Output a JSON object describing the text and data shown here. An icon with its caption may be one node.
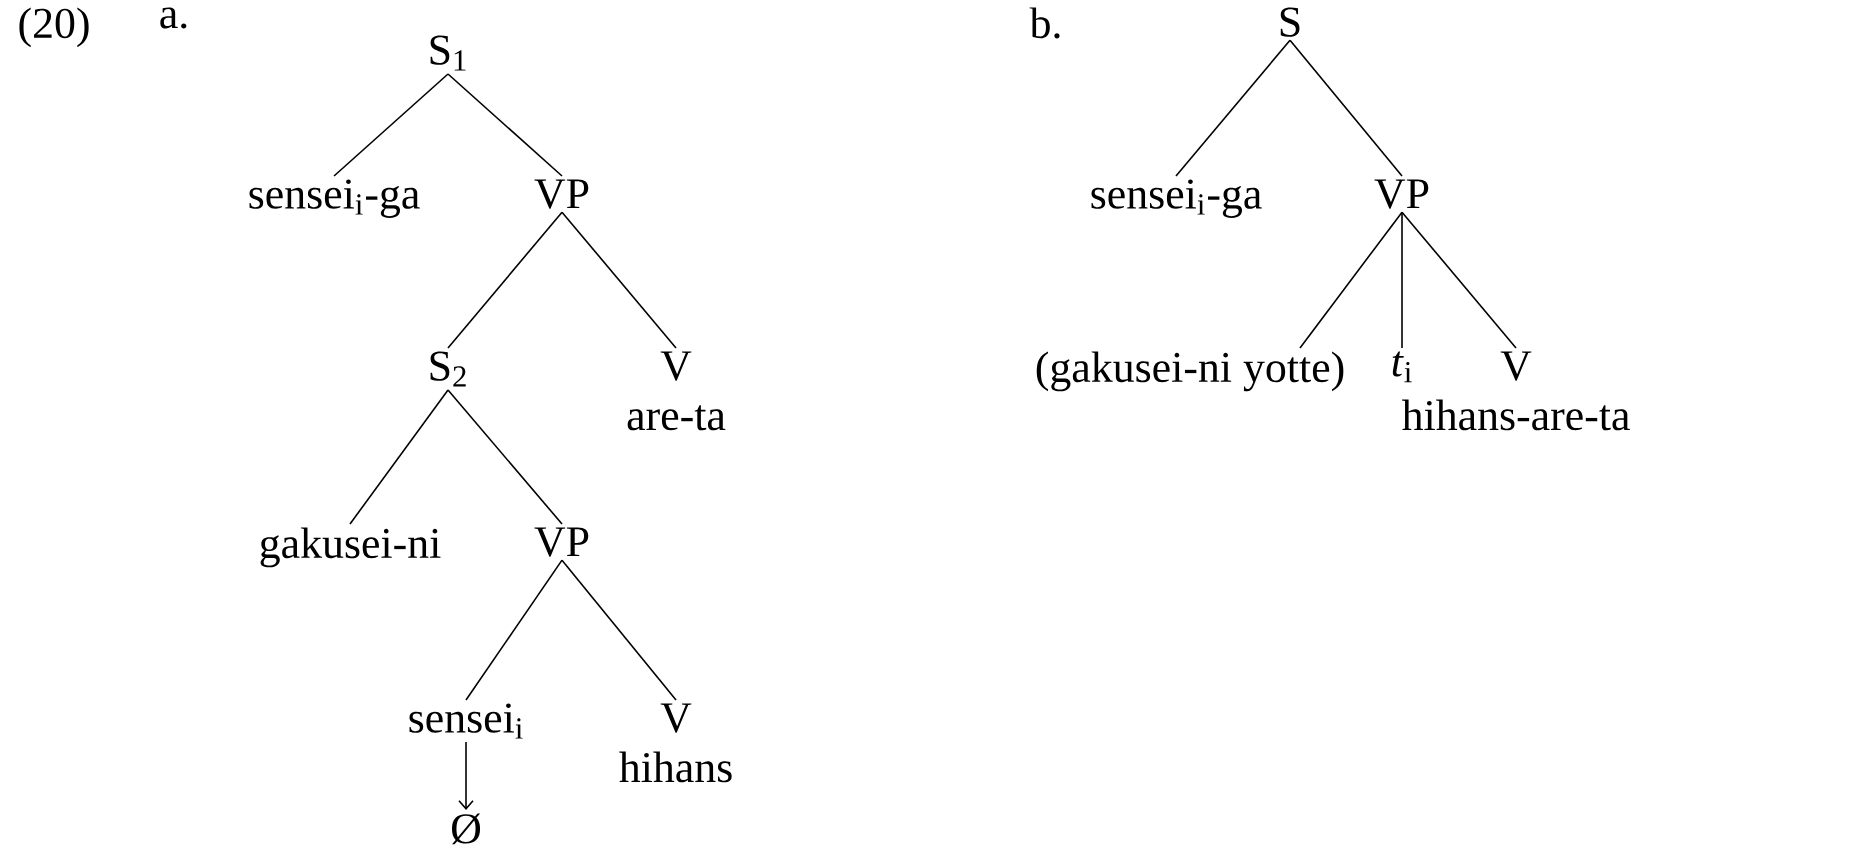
{
  "diagram": {
    "nodes": [
      {
        "text": [
          "S$_{1}$"
        ]
      },
      {
        "text": [
          "sensei$_{i}$-ga"
        ]
      },
      {
        "text": [
          "VP"
        ]
      },
      {
        "text": [
          "S$_{2}$"
        ]
      },
      {
        "text": [
          "V",
          "are-ta"
        ]
      },
      {
        "text": [
          "gakusei-ni"
        ]
      },
      {
        "text": [
          "VP"
        ]
      },
      {
        "text": [
          "sensei$_{i}$"
        ]
      },
      {
        "text": [
          "V",
          "hihans"
        ]
      },
      {
        "text": [
          "Ø"
        ]
      },
      {
        "text": [
          "S"
        ]
      },
      {
        "text": [
          "sensei$_{i}$-ga"
        ]
      },
      {
        "text": [
          "VP"
        ]
      },
      {
        "text": [
          "(gakusei-ni yotte)"
        ]
      },
      {
        "text": [
          "*t*$_{i}$"
        ]
      },
      {
        "text": [
          "V",
          "hihans-are-ta"
        ]
      }
    ],
    "edges": [
      {
        "from": 0,
        "to": 1,
        "arrow": "none"
      },
      {
        "from": 0,
        "to": 2,
        "arrow": "none"
      },
      {
        "from": 2,
        "to": 3,
        "arrow": "none"
      },
      {
        "from": 2,
        "to": 4,
        "arrow": "none"
      },
      {
        "from": 3,
        "to": 5,
        "arrow": "none"
      },
      {
        "from": 3,
        "to": 6,
        "arrow": "none"
      },
      {
        "from": 6,
        "to": 7,
        "arrow": "none"
      },
      {
        "from": 6,
        "to": 8,
        "arrow": "none"
      },
      {
        "from": 7,
        "to": 9,
        "arrow": "to"
      },
      {
        "from": 10,
        "to": 11,
        "arrow": "none"
      },
      {
        "from": 10,
        "to": 12,
        "arrow": "none"
      },
      {
        "from": 12,
        "to": 13,
        "arrow": "none"
      },
      {
        "from": 12,
        "to": 14,
        "arrow": "none"
      },
      {
        "from": 12,
        "to": 15,
        "arrow": "none"
      }
    ],
    "labels": [
      "(20)",
      "a.",
      "b."
    ]
  }
}
